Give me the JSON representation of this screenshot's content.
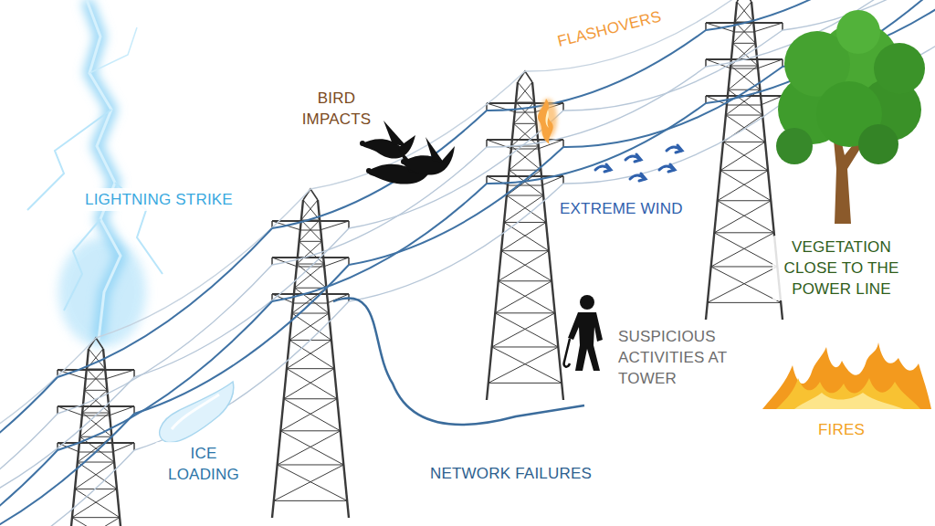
{
  "diagram": {
    "labels": [
      "LIGHTNING STRIKE",
      "BIRD IMPACTS",
      "FLASHOVERS",
      "EXTREME WIND",
      "VEGETATION CLOSE TO THE POWER LINE",
      "SUSPICIOUS ACTIVITIES AT TOWER",
      "ICE LOADING",
      "NETWORK FAILURES",
      "FIRES"
    ]
  }
}
